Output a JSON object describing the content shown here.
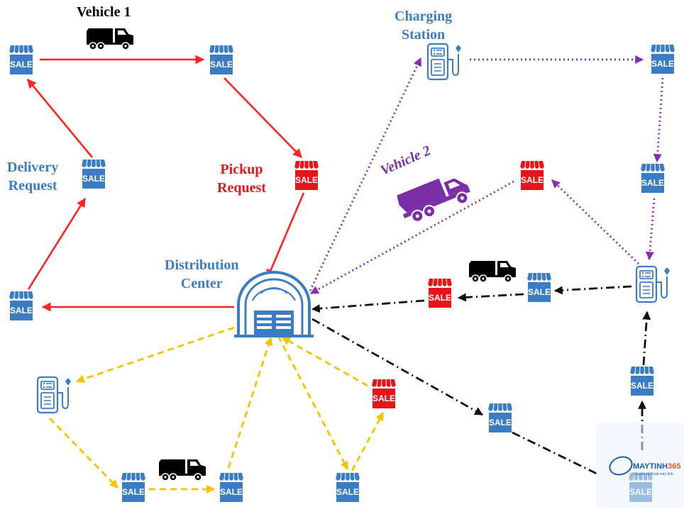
{
  "labels": {
    "vehicle1": "Vehicle 1",
    "vehicle2": "Vehicle 2",
    "charging_station": [
      "Charging",
      "Station"
    ],
    "delivery_request": [
      "Delivery",
      "Request"
    ],
    "pickup_request": [
      "Pickup",
      "Request"
    ],
    "distribution_center": [
      "Distribution",
      "Center"
    ]
  },
  "store_sign": "SALE",
  "watermark": {
    "brand": "MAYTINH",
    "brand_accent": "365",
    "tagline": "Chuyên kỹ thuật máy tính"
  },
  "colors": {
    "delivery": "#3b7dc4",
    "pickup": "#e8141c",
    "route_vehicle1": "#ff2222",
    "route_vehicle2": "#8a2bb8",
    "route_vehicle3": "#111111",
    "route_vehicle4": "#f5c400",
    "vehicle2": "#7b2fa6",
    "truck": "#000000"
  },
  "icons": [
    "store-icon",
    "charging-station-icon",
    "truck-icon",
    "distribution-center-icon"
  ]
}
